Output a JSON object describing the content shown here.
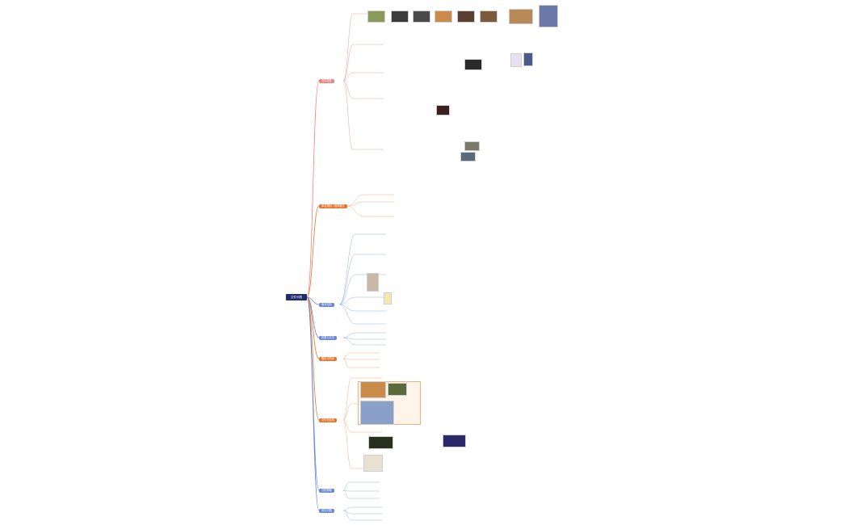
{
  "root": {
    "title": "文件列表"
  },
  "branches": [
    {
      "label": "文件类型",
      "color": "#f08080"
    },
    {
      "label": "命名规则 / 推荐格式",
      "color": "#e8732a"
    },
    {
      "label": "版本控制",
      "color": "#6a84d8"
    },
    {
      "label": "权限与共享",
      "color": "#6a84d8"
    },
    {
      "label": "备份与同步",
      "color": "#e8732a"
    },
    {
      "label": "文件夹结构",
      "color": "#e8732a"
    },
    {
      "label": "归档策略",
      "color": "#6a84d8"
    },
    {
      "label": "常见问题",
      "color": "#6a84d8"
    }
  ],
  "colors": {
    "red": "#d85a5a",
    "orange": "#e8862a",
    "blue": "#5a72c8",
    "root": "#1f2d6b",
    "thumb_dark": "#3b3b3b",
    "thumb_warm": "#c98a4a",
    "thumb_cool": "#6a7aa8"
  }
}
